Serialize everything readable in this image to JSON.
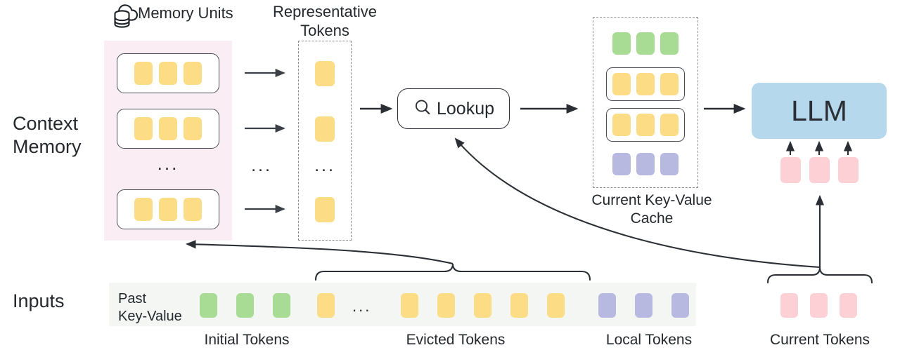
{
  "diagram": {
    "title": "Context Memory LLM KV-Cache Lookup Architecture",
    "row_labels": {
      "context_memory": "Context\nMemory",
      "inputs": "Inputs"
    },
    "headers": {
      "memory_units": "Memory Units",
      "representative_tokens": "Representative\nTokens",
      "current_kv_cache": "Current Key-Value\nCache"
    },
    "icons": {
      "cloud_database": "cloud-database-icon",
      "search": "search-icon"
    },
    "lookup": {
      "label": "Lookup"
    },
    "llm": {
      "label": "LLM"
    },
    "ellipsis": "...",
    "context_memory": {
      "unit_count_shown": 3,
      "tokens_per_unit": 3,
      "token_color": "#fcdd86",
      "panel_color": "#faeef4",
      "units": [
        {
          "name": "memory-unit-1",
          "tokens": [
            "yellow",
            "yellow",
            "yellow"
          ]
        },
        {
          "name": "memory-unit-2",
          "tokens": [
            "yellow",
            "yellow",
            "yellow"
          ]
        },
        {
          "name": "memory-unit-3",
          "tokens": [
            "yellow",
            "yellow",
            "yellow"
          ]
        }
      ]
    },
    "representative_tokens": {
      "count_shown": 3,
      "color": "#fcdd86"
    },
    "current_kv_cache": {
      "rows": [
        {
          "name": "green-row",
          "color": "green",
          "boxed": false,
          "count": 3
        },
        {
          "name": "yellow-row-1",
          "color": "yellow",
          "boxed": true,
          "count": 3
        },
        {
          "name": "yellow-row-2",
          "color": "yellow",
          "boxed": true,
          "count": 3
        },
        {
          "name": "purple-row",
          "color": "purple",
          "boxed": false,
          "count": 3
        }
      ]
    },
    "current_tokens_under_llm": {
      "count": 3,
      "color": "#fcd0d4"
    },
    "inputs": {
      "past_key_value_label": "Past\nKey-Value",
      "sequence": [
        {
          "color": "green",
          "group": "initial"
        },
        {
          "color": "green",
          "group": "initial"
        },
        {
          "color": "green",
          "group": "initial"
        },
        {
          "color": "yellow",
          "group": "evicted"
        },
        {
          "color": "ellipsis",
          "group": "evicted"
        },
        {
          "color": "yellow",
          "group": "evicted"
        },
        {
          "color": "yellow",
          "group": "evicted"
        },
        {
          "color": "yellow",
          "group": "evicted"
        },
        {
          "color": "yellow",
          "group": "evicted"
        },
        {
          "color": "yellow",
          "group": "evicted"
        },
        {
          "color": "purple",
          "group": "local"
        },
        {
          "color": "purple",
          "group": "local"
        },
        {
          "color": "purple",
          "group": "local"
        }
      ],
      "current_tokens": {
        "count": 3,
        "color": "#fcd0d4"
      },
      "group_labels": {
        "initial": "Initial Tokens",
        "evicted": "Evicted Tokens",
        "local": "Local Tokens",
        "current": "Current Tokens"
      }
    },
    "colors": {
      "green": "#a8dc95",
      "yellow": "#fcdd86",
      "purple": "#b8b9e1",
      "pink": "#fcd0d4",
      "llm_blue": "#b5d8ec",
      "memory_panel": "#faeef4",
      "inputs_strip": "#f4f6f4",
      "stroke": "#2b2f35",
      "dashed_stroke": "#8d8d8d"
    }
  }
}
